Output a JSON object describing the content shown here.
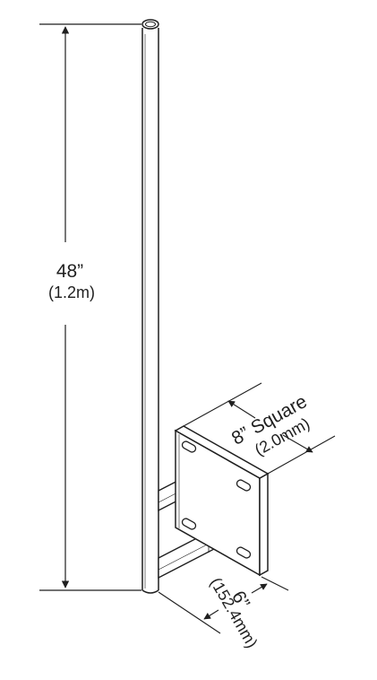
{
  "labels": {
    "height_main": "48”",
    "height_metric": "(1.2m)",
    "plate_main": "8” Square",
    "plate_metric": "(2.0mm)",
    "standoff_main": "6”",
    "standoff_metric": "(152.4mm)"
  },
  "colors": {
    "line": "#1f1f1f",
    "fill": "#ffffff"
  }
}
